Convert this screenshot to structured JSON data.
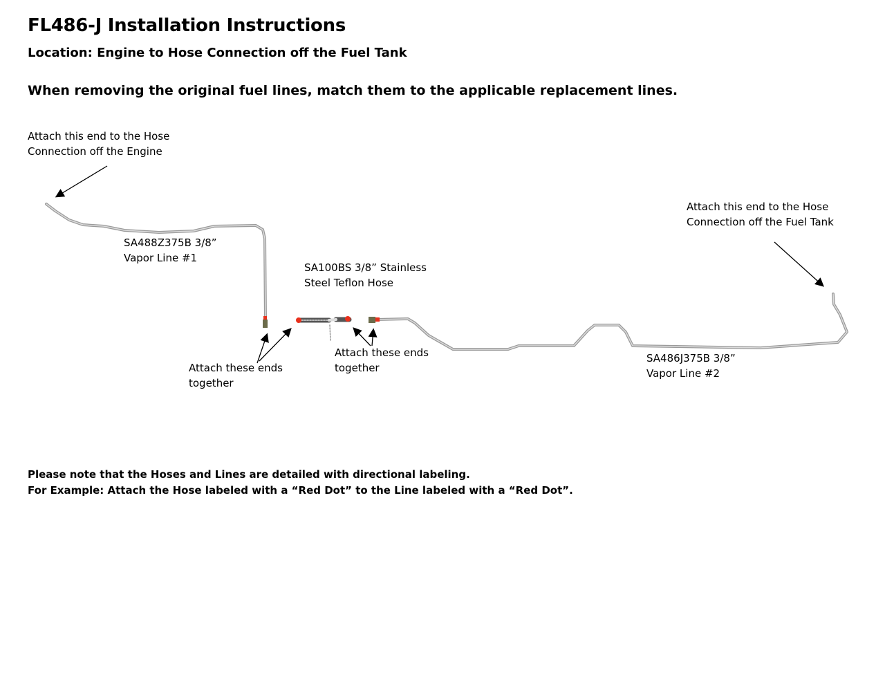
{
  "title": "FL486-J Installation Instructions",
  "location": "Location: Engine to Hose Connection off the Fuel Tank",
  "instruction": "When removing the original fuel lines, match them to the applicable replacement lines.",
  "labels": {
    "engine_end": "Attach this end to the Hose\nConnection off the Engine",
    "tank_end": "Attach this end to the Hose\nConnection off the Fuel Tank",
    "line1": "SA488Z375B 3/8”\nVapor Line #1",
    "hose": "SA100BS 3/8” Stainless\nSteel Teflon Hose",
    "line2": "SA486J375B 3/8”\nVapor Line #2",
    "attach_left": "Attach these ends\ntogether",
    "attach_right": "Attach these ends\ntogether"
  },
  "notes": [
    "Please note that the Hoses and Lines are detailed with directional labeling.",
    "For Example: Attach the Hose labeled with a “Red Dot” to the Line labeled with a “Red Dot”."
  ],
  "colors": {
    "line": "#a8a8a8",
    "red_dot": "#e8301c"
  }
}
